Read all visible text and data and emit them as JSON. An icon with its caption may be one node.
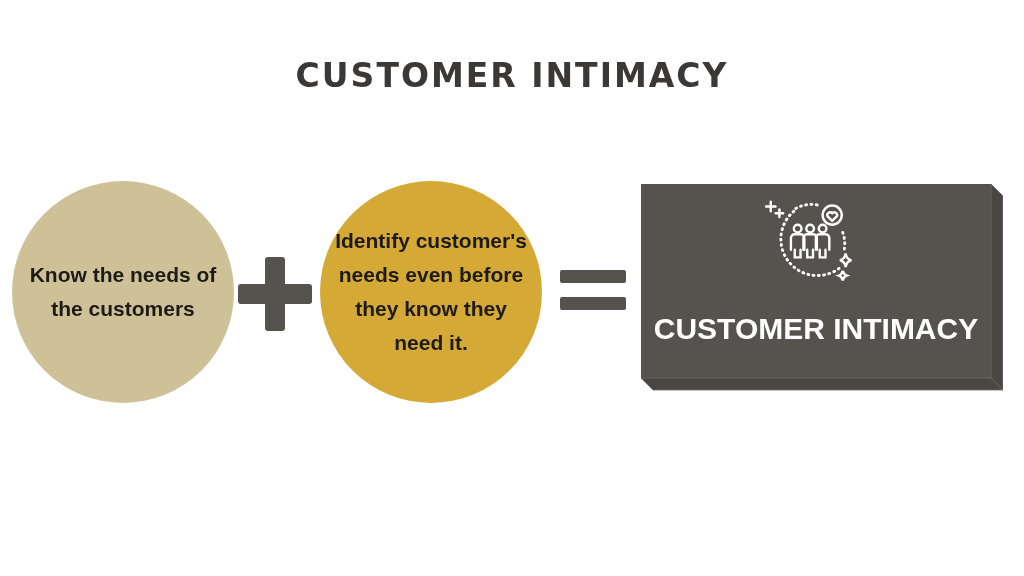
{
  "diagram": {
    "title": "CUSTOMER INTIMACY",
    "nodes": [
      {
        "text": [
          "Know the needs of the customers"
        ]
      },
      {
        "text": [
          "Identify customer's needs even before they know they need it."
        ]
      },
      {
        "text": [
          "CUSTOMER INTIMACY"
        ]
      }
    ]
  }
}
